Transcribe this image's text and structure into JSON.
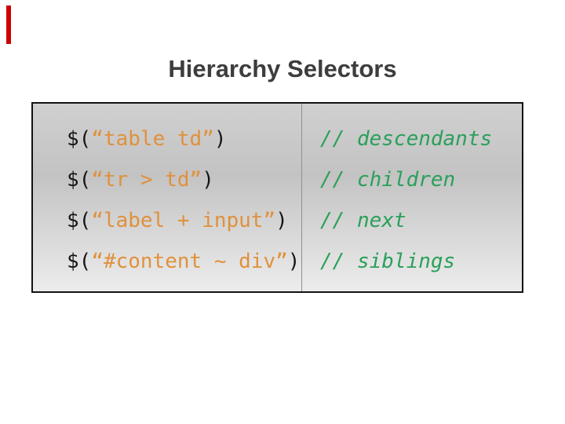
{
  "slide": {
    "title": "Hierarchy Selectors",
    "colors": {
      "accent_red": "#cc0000",
      "string_orange": "#e0913c",
      "comment_green": "#2aa05a",
      "code_black": "#161616",
      "box_border": "#121212",
      "title_gray": "#3d3d3d"
    },
    "rows": [
      {
        "code_prefix": "$(",
        "string": "“table td”",
        "code_suffix": ")",
        "comment": "// descendants"
      },
      {
        "code_prefix": "$(",
        "string": "“tr > td”",
        "code_suffix": ")",
        "comment": "// children"
      },
      {
        "code_prefix": "$(",
        "string": "“label + input”",
        "code_suffix": ")",
        "comment": "// next"
      },
      {
        "code_prefix": "$(",
        "string": "“#content ~ div”",
        "code_suffix": ")",
        "comment": "// siblings"
      }
    ]
  }
}
